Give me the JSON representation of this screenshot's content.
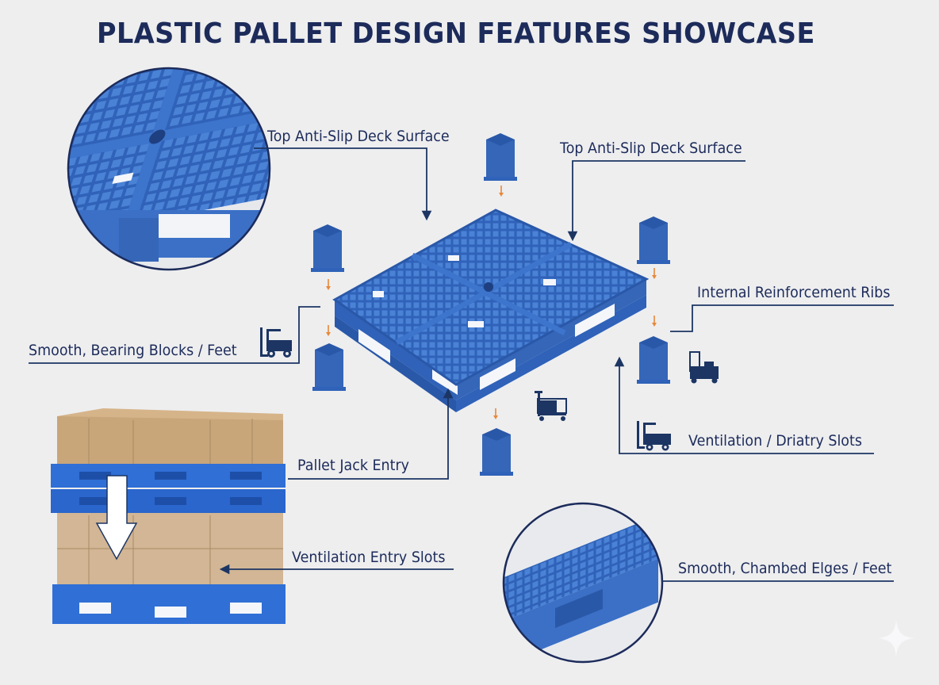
{
  "title": "PLASTIC PALLET DESIGN FEATURES SHOWCASE",
  "colors": {
    "background": "#eeeeef",
    "title": "#1c2b5a",
    "leader_line": "#1c3563",
    "pallet_blue": "#3a72c9",
    "pallet_dark": "#2a58a8",
    "cardboard": "#c9a57a",
    "accent_arrow": "#e8883a"
  },
  "callouts": [
    {
      "id": "top-left-deck",
      "label": "Top Anti-Slip Deck Surface"
    },
    {
      "id": "top-right-deck",
      "label": "Top Anti-Slip Deck Surface"
    },
    {
      "id": "reinforcement-ribs",
      "label": "Internal Reinforcement Ribs"
    },
    {
      "id": "bearing-blocks",
      "label": "Smooth,  Bearing Blocks / Feet"
    },
    {
      "id": "ventilation-driatry",
      "label": "Ventilation / Driatry Slots"
    },
    {
      "id": "pallet-jack-entry",
      "label": "Pallet Jack Entry"
    },
    {
      "id": "ventilation-entry",
      "label": "Ventilation Entry Slots"
    },
    {
      "id": "chambed-edges",
      "label": "Smooth, Chambed Elges / Feet"
    }
  ],
  "icons": [
    "forklift-icon",
    "pallet-jack-icon",
    "hand-truck-icon",
    "forklift-icon"
  ],
  "illustrations": [
    "magnified-deck-detail",
    "central-isometric-pallet",
    "block-feet",
    "stacked-loaded-pallets",
    "magnified-edge-detail"
  ]
}
